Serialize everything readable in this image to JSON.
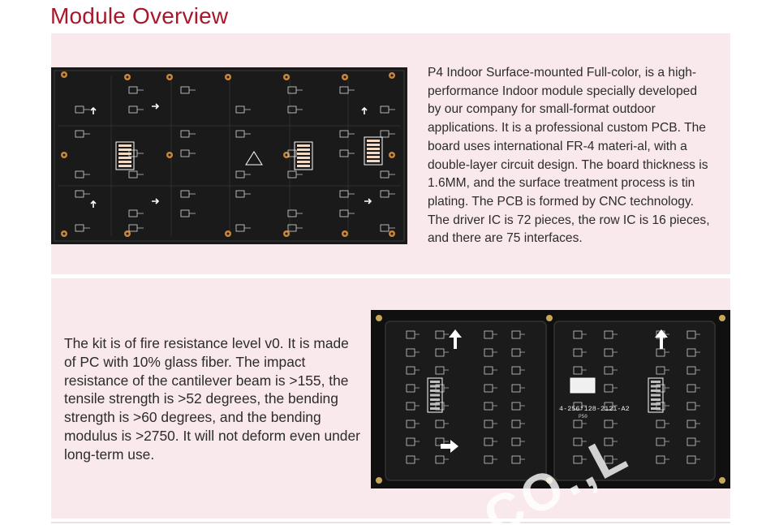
{
  "page": {
    "title": "Module Overview"
  },
  "section_1": {
    "image_label": "Image of the P4 indoor full-color LED module PCB board",
    "description": "P4 Indoor Surface-mounted Full-color, is a high-performance Indoor module specially developed by our company for small-format outdoor applications. It is a professional custom PCB. The board uses international FR-4 materi-al, with a double-layer circuit design. The board thickness is 1.6MM, and the surface treatment process is tin plating. The PCB is formed by CNC technology. The driver IC is 72 pieces, the row IC is 16 pieces, and there are 75 interfaces."
  },
  "section_2": {
    "image_label": "Image of the module kit rear casing",
    "pcb_marking": "4-256*128-2121-A2",
    "pcb_sub_marking": "P50",
    "description": "The kit is of fire resistance level v0. It is made of PC with 10% glass fiber. The impact resistance of the cantilever beam is >155, the tensile strength is >52 degrees, the bending strength is >60 degrees, and the bending modulus is >2750. It will not deform even under long-term use."
  },
  "colors": {
    "title": "#a8182a",
    "panel_background": "#f9e8ec",
    "body_text": "#2c2c2c",
    "pcb_base": "#141414",
    "copper_pad": "#c8873a"
  },
  "watermark": {
    "text": "CO.,L"
  }
}
